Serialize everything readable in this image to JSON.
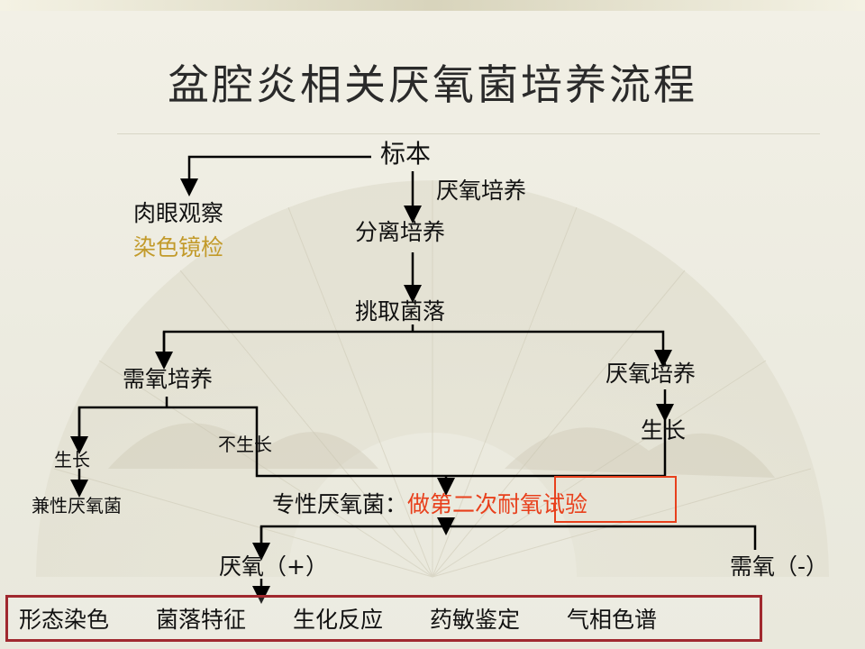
{
  "slide": {
    "title": "盆腔炎相关厌氧菌培养流程"
  },
  "flow": {
    "specimen": "标本",
    "anaerobic_culture_1": "厌氧培养",
    "gross_observation": "肉眼观察",
    "stain_microscopy": "染色镜检",
    "isolation_culture": "分离培养",
    "pick_colonies": "挑取菌落",
    "aerobic_culture": "需氧培养",
    "anaerobic_culture_2": "厌氧培养",
    "growth_left": "生长",
    "no_growth": "不生长",
    "growth_right": "生长",
    "facultative": "兼性厌氧菌",
    "obligate_prefix": "专性厌氧菌：",
    "second_test_part1": "做第二次",
    "second_test_part2": "耐氧试验",
    "anaerobic_plus": "厌氧（+）",
    "aerobic_minus": "需氧（-）"
  },
  "identification_items": [
    "形态染色",
    "菌落特征",
    "生化反应",
    "药敏鉴定",
    "气相色谱"
  ],
  "colors": {
    "highlight_gold": "#c29a2a",
    "highlight_red": "#e8401c",
    "box_border": "#a0282e"
  }
}
